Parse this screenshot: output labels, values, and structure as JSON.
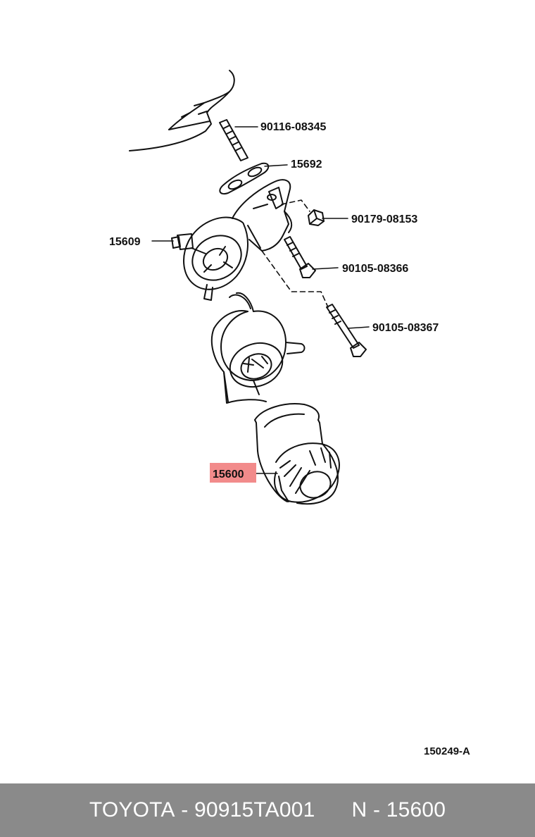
{
  "diagram": {
    "labels": {
      "stud": "90116-08345",
      "gasket": "15692",
      "nut": "90179-08153",
      "bracket": "15609",
      "bolt_a": "90105-08366",
      "bolt_b": "90105-08367",
      "filter": "15600"
    },
    "highlight_color": "#f28b8b",
    "reference_code": "150249-A"
  },
  "footer": {
    "brand": "TOYOTA",
    "separator": "-",
    "part_number": "90915TA001",
    "callout_prefix": "N",
    "callout_number": "15600",
    "background_color": "#8a8a8a"
  }
}
